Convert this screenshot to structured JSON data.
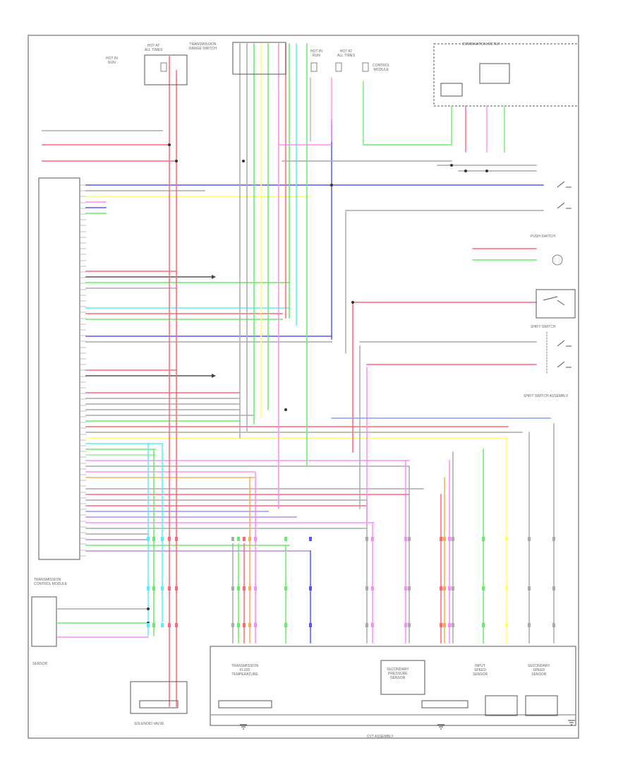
{
  "diagram": {
    "page_code": "",
    "header_labels": {
      "hot_at_all_times_left": "HOT AT\nALL TIMES",
      "hot_in_run_left": "HOT IN\nRUN",
      "transmission_range_switch": "TRANSMISSION\nRANGE SWITCH",
      "hot_in_run_mid": "HOT IN\nRUN",
      "hot_at_all_times_mid": "HOT AT\nALL TIMES",
      "ctrl_module": "CONTROL\nMODULE",
      "combination_meter": "COMBINATION METER"
    },
    "left_labels": {
      "module": "TRANSMISSION\nCONTROL MODULE"
    },
    "right_labels": {
      "push_switch": "PUSH SWITCH",
      "shift_switch": "SHIFT SWITCH",
      "shift_switch_assembly": "SHIFT SWITCH ASSEMBLY"
    },
    "bottom_labels": {
      "bottom_left_sensor": "SENSOR",
      "bottom_left_valve": "SOLENOID VALVE",
      "bottom_center_caption": "CVT ASSEMBLY",
      "box_a": "TRANSMISSION\nFLUID\nTEMPERATURE",
      "box_b": "SECONDARY\nPRESSURE\nSENSOR",
      "box_c": "INPUT\nSPEED\nSENSOR",
      "box_d": "SECONDARY\nSPEED\nSENSOR"
    }
  }
}
